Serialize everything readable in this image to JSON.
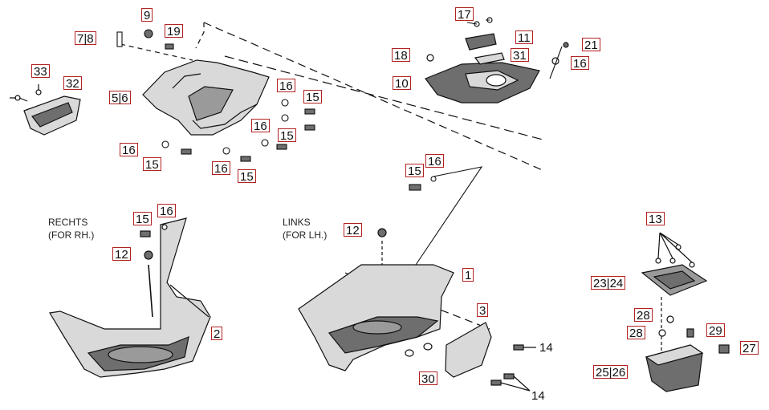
{
  "labels": {
    "l9": "9",
    "l7_8": "7|8",
    "l19": "19",
    "l33": "33",
    "l32": "32",
    "l5_6": "5|6",
    "l16a": "16",
    "l15a": "15",
    "l16b": "16",
    "l15b": "15",
    "l16c": "16",
    "l15c": "15",
    "l16d": "16",
    "l15d": "15",
    "l17": "17",
    "l11": "11",
    "l18": "18",
    "l31": "31",
    "l21": "21",
    "l16e": "16",
    "l10": "10",
    "l15e": "15",
    "l16f": "16",
    "l15f": "15",
    "l16g": "16",
    "l12a": "12",
    "l2": "2",
    "l12b": "12",
    "l1": "1",
    "l3": "3",
    "l14a": "14",
    "l14b": "14",
    "l30": "30",
    "l13": "13",
    "l23_24": "23|24",
    "l28a": "28",
    "l28b": "28",
    "l29": "29",
    "l27": "27",
    "l25_26": "25|26"
  },
  "captions": {
    "right_title": "RECHTS",
    "right_sub": "(FOR RH.)",
    "left_title": "LINKS",
    "left_sub": "(FOR LH.)"
  },
  "colors": {
    "callout_border": "#b22222",
    "line": "#111111",
    "part_fill": "#d9d9d9",
    "part_dark": "#6e6e6e"
  }
}
